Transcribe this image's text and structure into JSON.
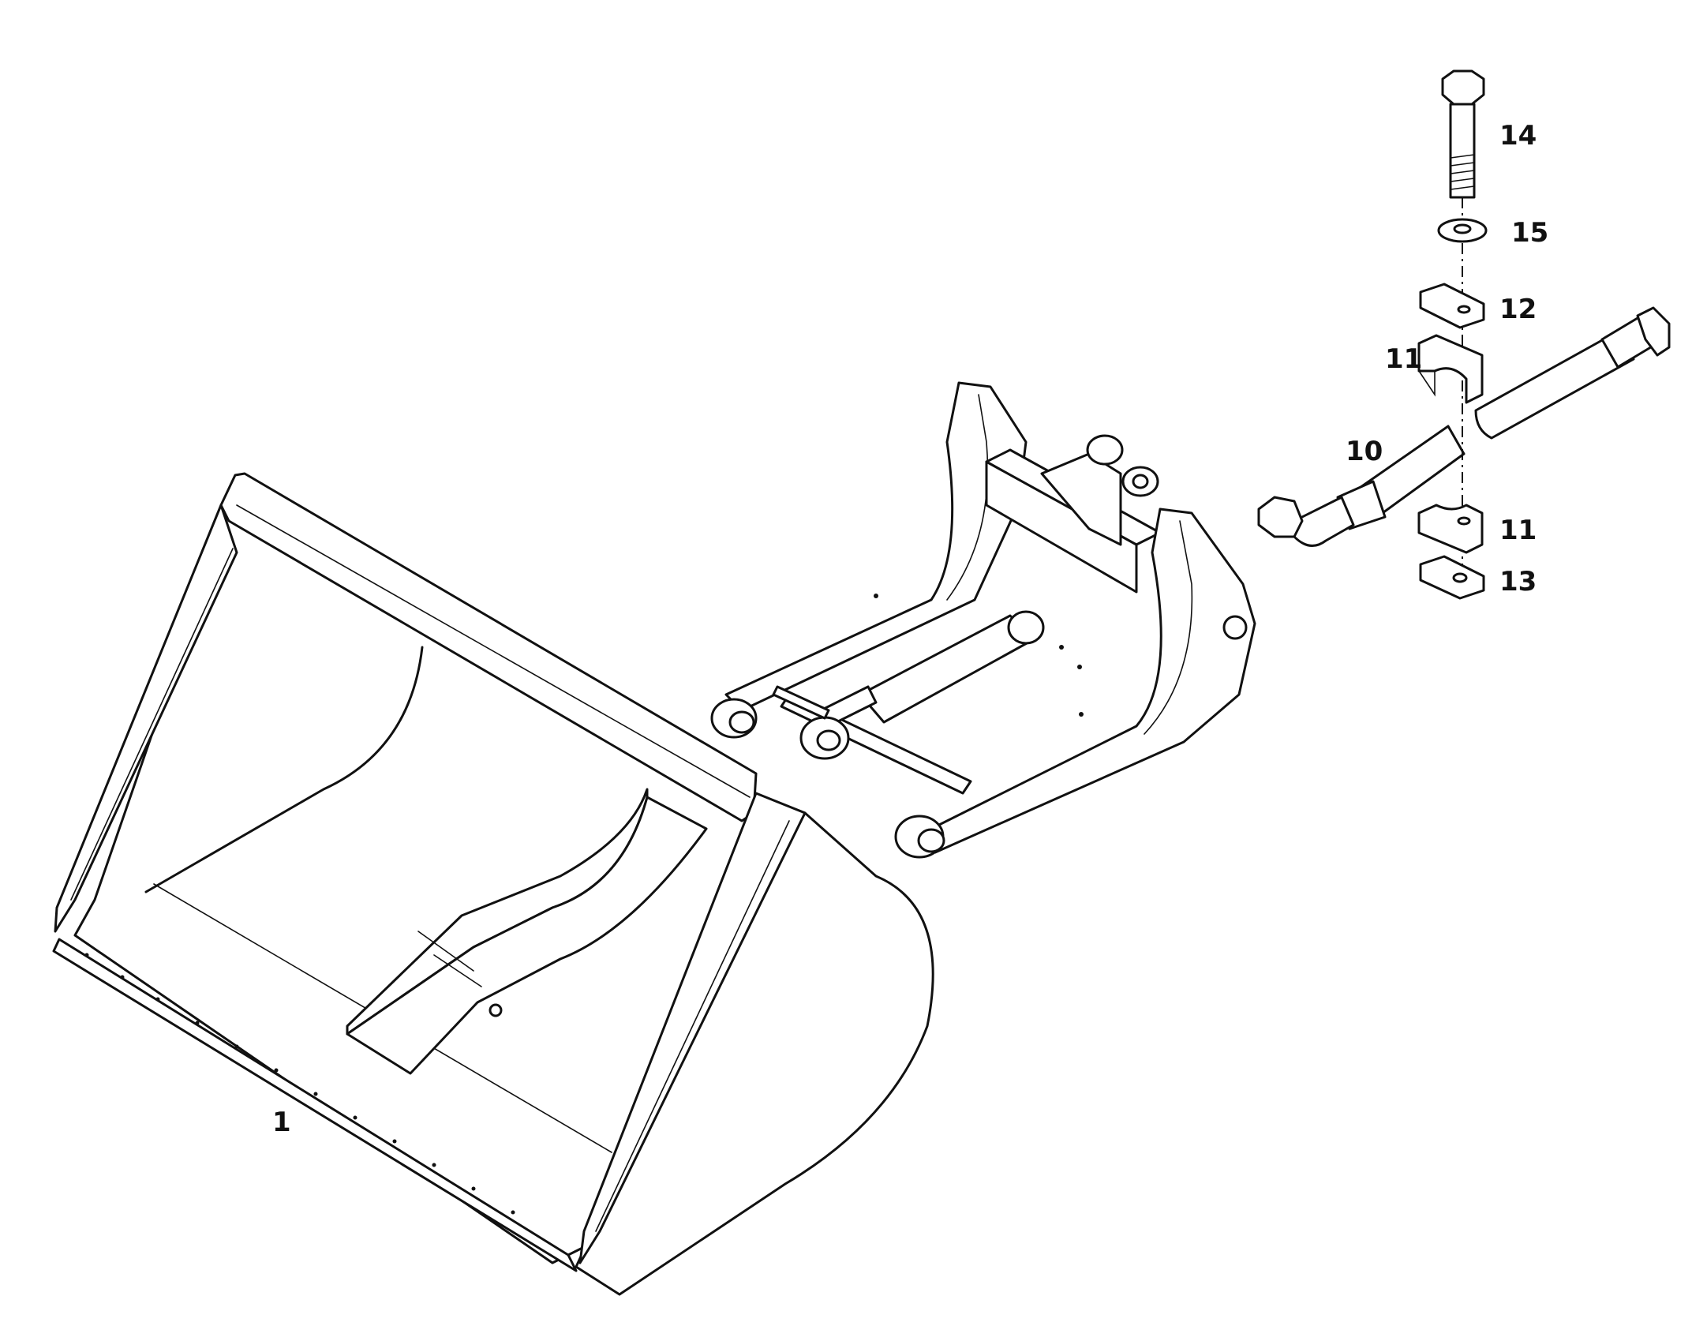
{
  "callouts": {
    "bucket": "1",
    "hose_assembly": "10",
    "clamp_half_upper": "11",
    "clamp_half_lower": "11",
    "clamp_plate_top": "12",
    "clamp_plate_bottom": "13",
    "bolt": "14",
    "washer": "15"
  },
  "colors": {
    "line": "#111111",
    "background": "#ffffff"
  }
}
